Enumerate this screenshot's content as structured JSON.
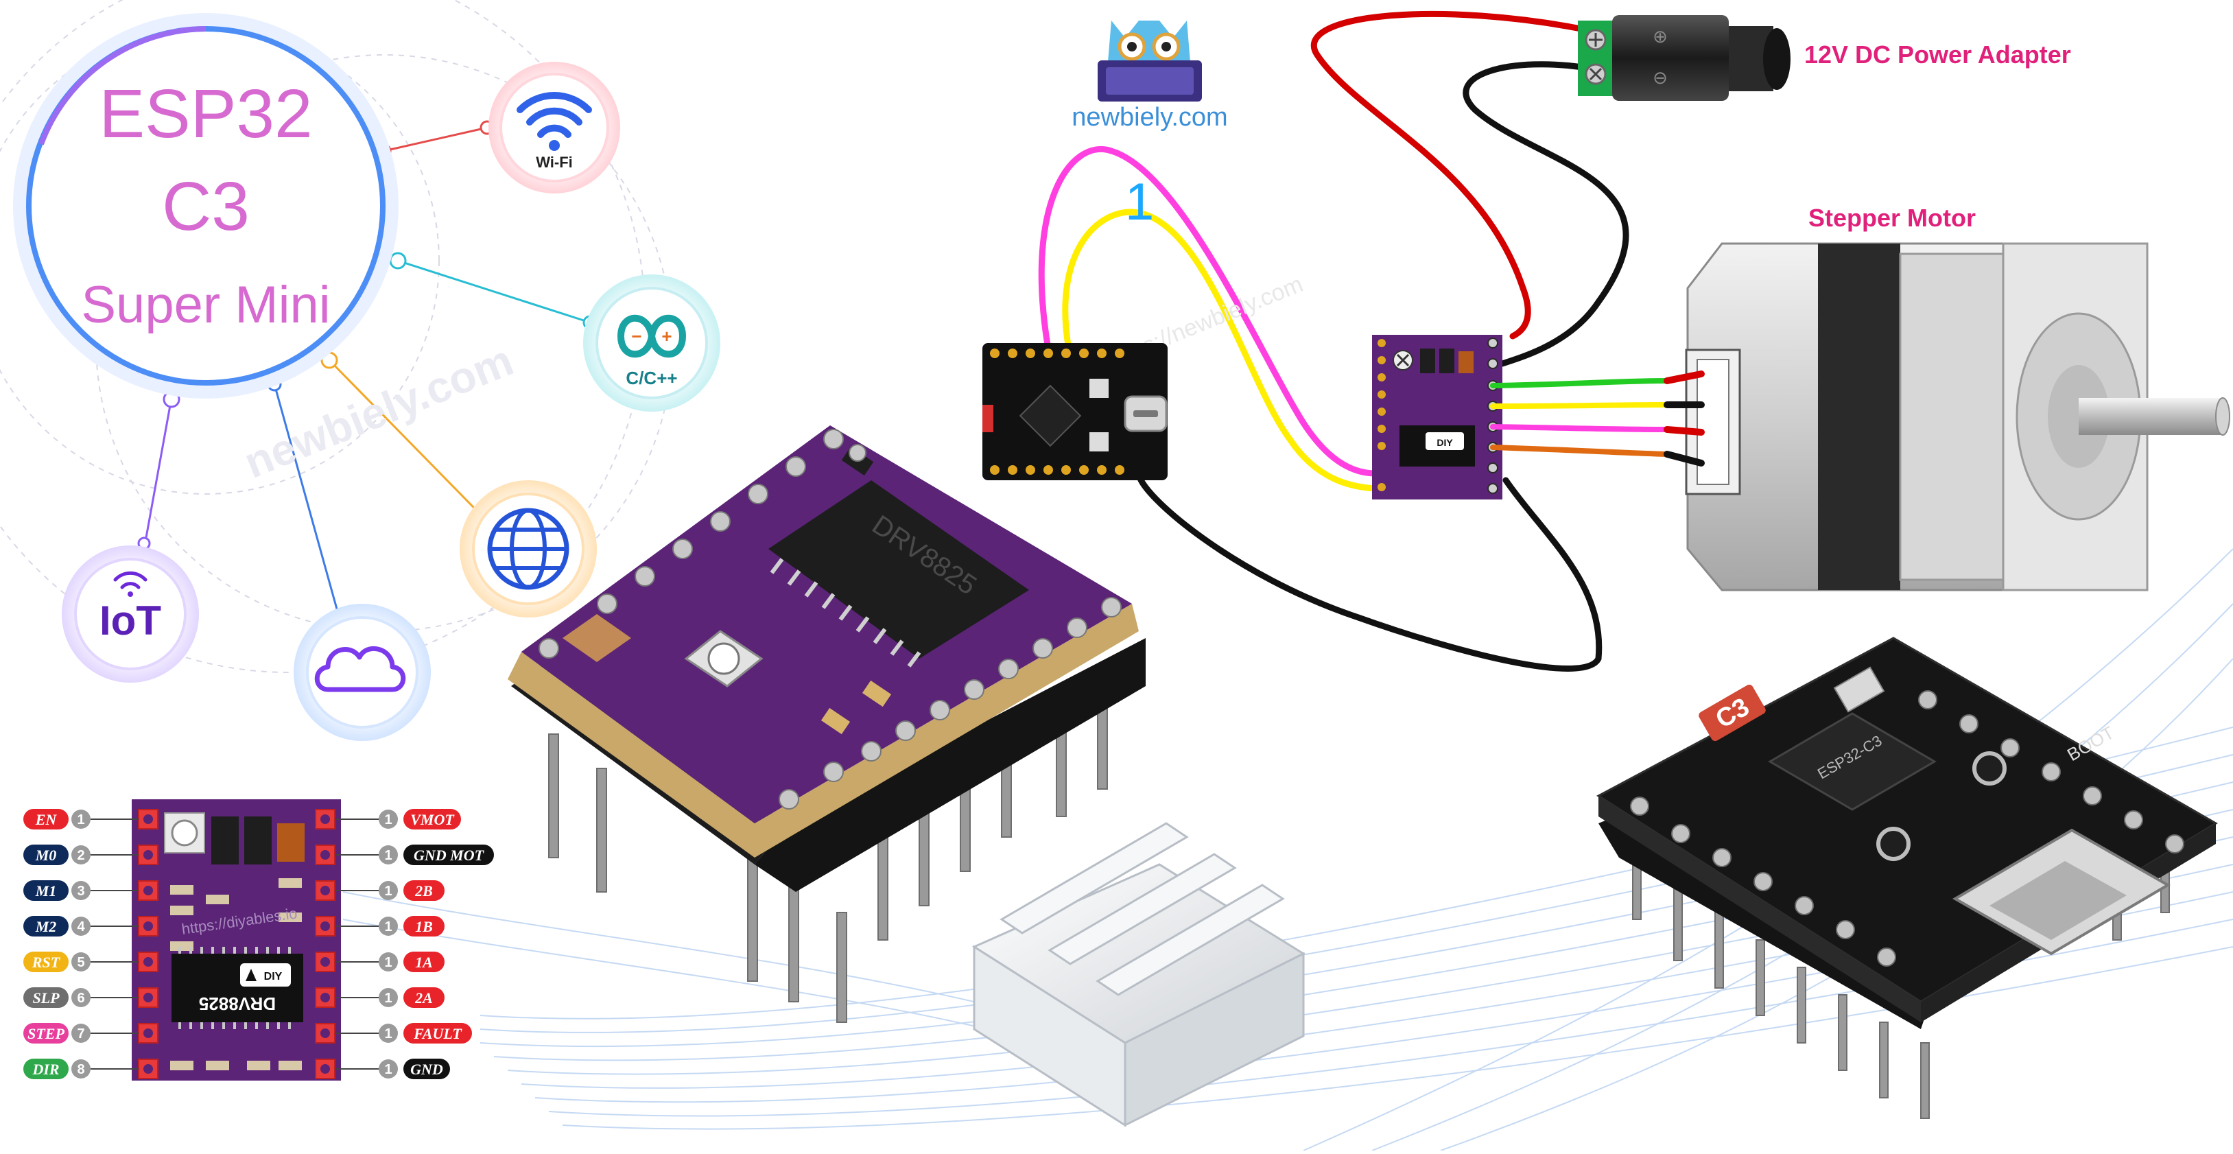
{
  "hub": {
    "line1": "ESP32",
    "line2": "C3",
    "line3": "Super Mini",
    "wifi_label": "Wi-Fi",
    "cpp_label": "C/C++",
    "iot_label": "IoT"
  },
  "branding": {
    "logo_text": "newbiely.com",
    "watermark": "newbiely.com",
    "watermark_url": "https://newbiely.com",
    "diy_watermark": "https://diyables.io"
  },
  "labels": {
    "power_adapter": "12V DC Power Adapter",
    "stepper_motor": "Stepper Motor",
    "wire_number": "1",
    "chip_marking": "DRV8825",
    "board_badge": "C3",
    "boot_label": "BOOT",
    "chip_text": "ESP32-C3",
    "module_name": "DRV8825",
    "diy_badge": "DIY"
  },
  "pinout": {
    "left": [
      {
        "name": "EN",
        "num": "1",
        "color": "#e8242a"
      },
      {
        "name": "M0",
        "num": "2",
        "color": "#0e2a5a"
      },
      {
        "name": "M1",
        "num": "3",
        "color": "#0e2a5a"
      },
      {
        "name": "M2",
        "num": "4",
        "color": "#0e2a5a"
      },
      {
        "name": "RST",
        "num": "5",
        "color": "#f2b414"
      },
      {
        "name": "SLP",
        "num": "6",
        "color": "#6e6e6e"
      },
      {
        "name": "STEP",
        "num": "7",
        "color": "#e83e9c"
      },
      {
        "name": "DIR",
        "num": "8",
        "color": "#2ea84a"
      }
    ],
    "right": [
      {
        "name": "VMOT",
        "num": "1",
        "color": "#e8242a"
      },
      {
        "name": "GND MOT",
        "num": "1",
        "color": "#111111"
      },
      {
        "name": "2B",
        "num": "1",
        "color": "#e8242a"
      },
      {
        "name": "1B",
        "num": "1",
        "color": "#e8242a"
      },
      {
        "name": "1A",
        "num": "1",
        "color": "#e8242a"
      },
      {
        "name": "2A",
        "num": "1",
        "color": "#e8242a"
      },
      {
        "name": "FAULT",
        "num": "1",
        "color": "#e8242a"
      },
      {
        "name": "GND",
        "num": "1",
        "color": "#111111"
      }
    ]
  },
  "colors": {
    "hub_text": "#d66ad0",
    "hub_ring": "#4c8df6",
    "pcb_purple": "#5b2477",
    "title_pink": "#e0207a",
    "wire_red": "#d40000",
    "wire_black": "#111111",
    "wire_magenta": "#ff3fe0",
    "wire_yellow": "#ffee00",
    "wire_green": "#22cc22",
    "wire_orange": "#e06a12",
    "digit_blue": "#1aa7ff"
  },
  "icons": [
    "wifi-icon",
    "cpp-icon",
    "globe-icon",
    "cloud-icon",
    "iot-icon",
    "owl-logo-icon",
    "heatsink-icon"
  ]
}
